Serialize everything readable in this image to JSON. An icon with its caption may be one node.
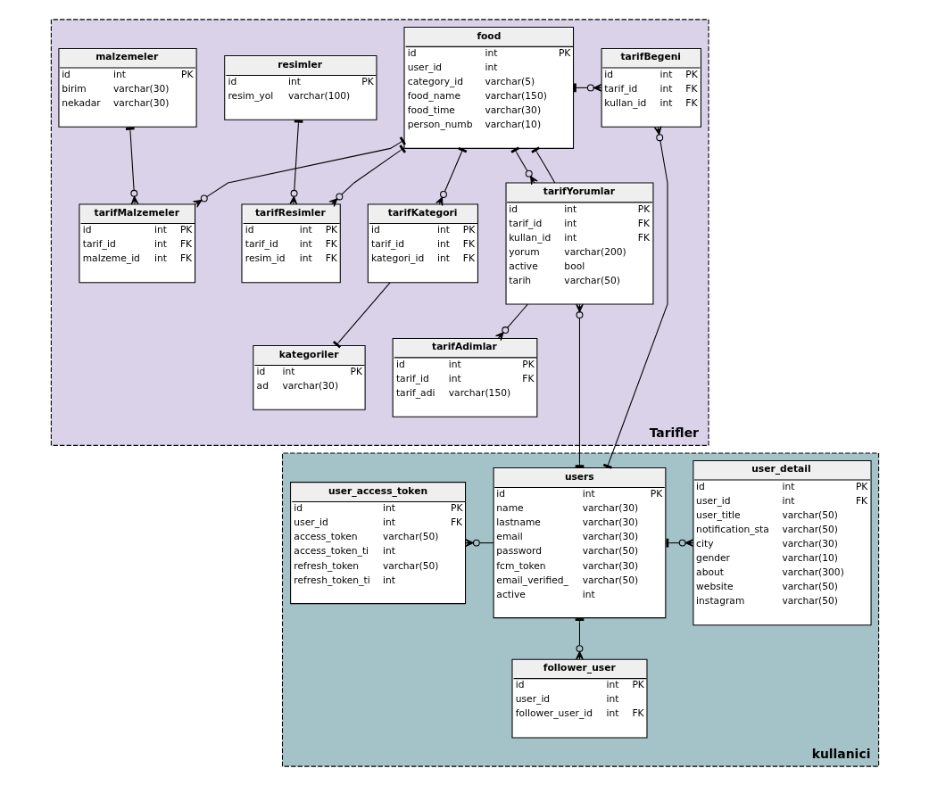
{
  "diagram": {
    "nodes": [
      {
        "text": [
          "Tarifler"
        ]
      },
      {
        "text": [
          "tarifBegeni",
          "id int PK",
          "tarif_id int FK",
          "kullan_id int FK"
        ],
        "in": 0
      },
      {
        "text": [
          "food",
          "id int PK",
          "user_id int",
          "category_id varchar(5)",
          "food_name varchar(150)",
          "food_time varchar(30)",
          "person_numb varchar(10)"
        ],
        "in": 0
      },
      {
        "text": [
          "tarifResimler",
          "id int PK",
          "tarif_id int FK",
          "resim_id int FK"
        ],
        "in": 0
      },
      {
        "text": [
          "resimler",
          "id int PK",
          "resim_yol varchar(100)"
        ],
        "in": 0
      },
      {
        "text": [
          "tarifKategori",
          "id int PK",
          "tarif_id int FK",
          "kategori_id int FK"
        ],
        "in": 0
      },
      {
        "text": [
          "tarifMalzemeler",
          "id int PK",
          "tarif_id int FK",
          "malzeme_id int FK"
        ],
        "in": 0
      },
      {
        "text": [
          "malzemeler",
          "id int PK",
          "birim varchar(30)",
          "nekadar varchar(30)"
        ],
        "in": 0
      },
      {
        "text": [
          "tarifYorumlar",
          "id int PK",
          "tarif_id int FK",
          "kullan_id int FK",
          "yorum varchar(200)",
          "active bool",
          "tarih varchar(50)"
        ],
        "in": 0
      },
      {
        "text": [
          "tarifAdimlar",
          "id int PK",
          "tarif_id int FK",
          "tarif_adi varchar(150)"
        ],
        "in": 0
      },
      {
        "text": [
          "kategoriler",
          "id int PK",
          "ad varchar(30)"
        ],
        "in": 0
      },
      {
        "text": [
          "kullanici"
        ]
      },
      {
        "text": [
          "user_access_token",
          "id int PK",
          "user_id int FK",
          "access_token varchar(50)",
          "access_token_ti int",
          "refresh_token varchar(50)",
          "refresh_token_ti int"
        ],
        "in": 11
      },
      {
        "text": [
          "users",
          "id int PK",
          "name varchar(30)",
          "lastname varchar(30)",
          "email varchar(30)",
          "password varchar(50)",
          "fcm_token varchar(30)",
          "email_verified_ varchar(50)",
          "active int"
        ],
        "in": 11
      },
      {
        "text": [
          "user_detail",
          "id int PK",
          "user_id int FK",
          "user_title varchar(50)",
          "notification_sta varchar(50)",
          "city varchar(30)",
          "gender varchar(10)",
          "about varchar(300)",
          "website varchar(50)",
          "instagram varchar(50)"
        ],
        "in": 11
      },
      {
        "text": [
          "follower_user",
          "id int PK",
          "user_id int",
          "follower_user_id int FK"
        ],
        "in": 11
      }
    ],
    "edges": [
      {
        "from": 1,
        "to": 2,
        "arrow": "other"
      },
      {
        "from": 2,
        "to": 3,
        "arrow": "other"
      },
      {
        "from": 4,
        "to": 3,
        "arrow": "other"
      },
      {
        "from": 2,
        "to": 5,
        "arrow": "other"
      },
      {
        "from": 2,
        "to": 6,
        "arrow": "other"
      },
      {
        "from": 7,
        "to": 6,
        "arrow": "other"
      },
      {
        "from": 2,
        "to": 8,
        "arrow": "other"
      },
      {
        "from": 2,
        "to": 8,
        "arrow": "other"
      },
      {
        "from": 8,
        "to": 9,
        "arrow": "other"
      },
      {
        "from": 5,
        "to": 10,
        "arrow": "other"
      },
      {
        "from": 1,
        "to": 13,
        "arrow": "other"
      },
      {
        "from": 8,
        "to": 13,
        "arrow": "other"
      },
      {
        "from": 12,
        "to": 13,
        "arrow": "other"
      },
      {
        "from": 13,
        "to": 14,
        "arrow": "other"
      },
      {
        "from": 13,
        "to": 15,
        "arrow": "other"
      }
    ]
  }
}
